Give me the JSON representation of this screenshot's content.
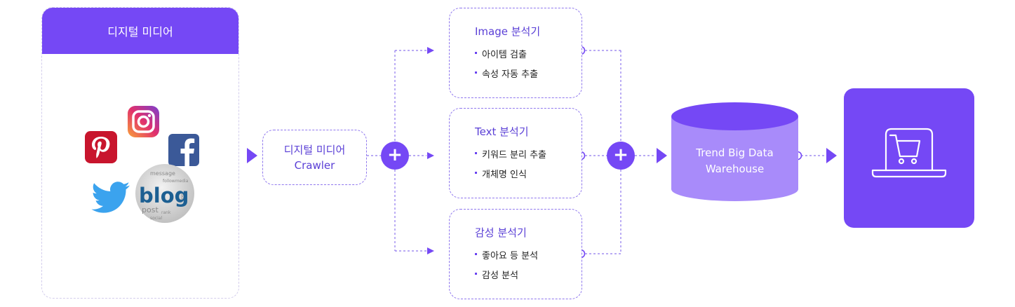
{
  "colors": {
    "accent": "#7548f5",
    "accent_light": "#a88bfa",
    "dash": "#8f77ee"
  },
  "digital_media": {
    "title": "디지털 미디어",
    "icons": [
      "instagram-icon",
      "pinterest-icon",
      "facebook-icon",
      "twitter-icon",
      "blog-icon"
    ],
    "blog_text": "blog"
  },
  "crawler": {
    "line1": "디지털 미디어",
    "line2": "Crawler"
  },
  "analyzers": [
    {
      "title": "Image 분석기",
      "items": [
        "아이템 검출",
        "속성 자동 추출"
      ]
    },
    {
      "title": "Text 분석기",
      "items": [
        "키워드 분리 추출",
        "개체명 인식"
      ]
    },
    {
      "title": "감성 분석기",
      "items": [
        "좋아요 등 분석",
        "감성 분석"
      ]
    }
  ],
  "plus_symbol": "+",
  "warehouse": {
    "line1": "Trend Big Data",
    "line2": "Warehouse"
  },
  "shop": {
    "icon": "laptop-shopping-cart-icon"
  }
}
